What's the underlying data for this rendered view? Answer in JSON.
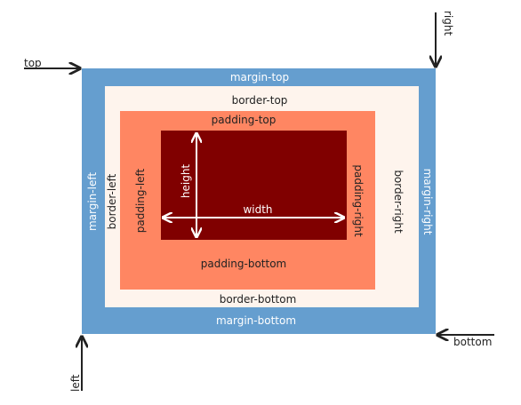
{
  "diagram": {
    "margin": {
      "top": "margin-top",
      "bottom": "margin-bottom",
      "left": "margin-left",
      "right": "margin-right",
      "color": "#659ecf"
    },
    "border": {
      "top": "border-top",
      "bottom": "border-bottom",
      "left": "border-left",
      "right": "border-right",
      "color": "#fef4ed"
    },
    "padding": {
      "top": "padding-top",
      "bottom": "padding-bottom",
      "left": "padding-left",
      "right": "padding-right",
      "color": "#ff8662"
    },
    "content": {
      "width_label": "width",
      "height_label": "height",
      "color": "#800000"
    },
    "corners": {
      "top": "top",
      "right": "right",
      "bottom": "bottom",
      "left": "left"
    }
  }
}
